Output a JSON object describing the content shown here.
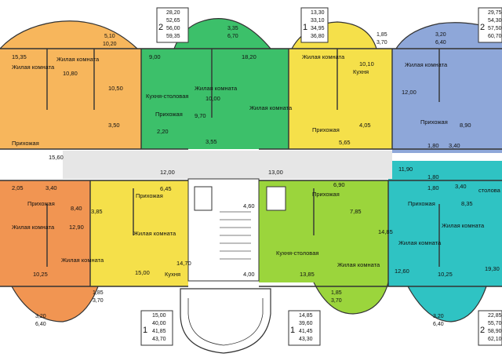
{
  "colors": {
    "orange": "#f7b65c",
    "orange_dark": "#f19552",
    "green": "#3cc06a",
    "yellow": "#f5e04a",
    "blue": "#8ea7d9",
    "cyan": "#2fc3c3",
    "lime": "#9bd53c",
    "corridor": "#e6e6e6"
  },
  "apartments": [
    {
      "rooms": "2",
      "areas": [
        "28,20",
        "52,65",
        "56,00",
        "59,35"
      ]
    },
    {
      "rooms": "1",
      "areas": [
        "13,30",
        "33,10",
        "34,95",
        "36,80"
      ]
    },
    {
      "rooms": "2",
      "areas": [
        "29,75",
        "54,30",
        "57,50",
        "60,70"
      ]
    },
    {
      "rooms": "1",
      "areas": [
        "15,00",
        "40,00",
        "41,85",
        "43,70"
      ]
    },
    {
      "rooms": "1",
      "areas": [
        "14,85",
        "39,60",
        "41,45",
        "43,30"
      ]
    },
    {
      "rooms": "2",
      "areas": [
        "22,85",
        "55,70",
        "58,90",
        "62,10"
      ]
    }
  ],
  "balconies": [
    {
      "a": "5,10",
      "b": "10,20"
    },
    {
      "a": "3,35",
      "b": "6,70"
    },
    {
      "a": "1,85",
      "b": "3,70"
    },
    {
      "a": "3,20",
      "b": "6,40"
    },
    {
      "a": "3,20",
      "b": "6,40"
    },
    {
      "a": "1,85",
      "b": "3,70"
    },
    {
      "a": "1,85",
      "b": "3,70"
    },
    {
      "a": "3,20",
      "b": "6,40"
    }
  ],
  "rooms": {
    "r1": "Жилая комната",
    "r1a": "15,35",
    "r2": "Жилая комната",
    "r2a": "10,80",
    "r3": "10,50",
    "r4": "Прихожая",
    "r4a": "3,50",
    "r5": "15,60",
    "r6": "9,00",
    "r7": "Кухня-столовая",
    "r8": "Жилая комната",
    "r8a": "10,00",
    "r9": "18,20",
    "r10": "Жилая комната",
    "r11": "Прихожая",
    "r11a": "9,70",
    "r12": "2,20",
    "r12b": "3,55",
    "r13": "Жилая комната",
    "r14": "10,10",
    "r14b": "Кухня",
    "r15": "Прихожая",
    "r15a": "4,05",
    "r15b": "5,65",
    "r16": "Жилая комната",
    "r17": "12,00",
    "r18": "Прихожая",
    "r18a": "8,90",
    "r19": "1,80",
    "r19b": "3,40",
    "r20": "2,05",
    "r20b": "3,40",
    "r21": "Прихожая",
    "r21a": "8,40",
    "r22": "Жилая комната",
    "r22a": "12,90",
    "r23": "Жилая комната",
    "r24": "10,25",
    "r25": "12,00",
    "r26": "Прихожая",
    "r26a": "6,45",
    "r27": "3,85",
    "r28": "Жилая комната",
    "r29": "15,00",
    "r29b": "Кухня",
    "r29c": "14,70",
    "r30": "13,00",
    "r31": "4,60",
    "r32": "4,00",
    "r33": "6,90",
    "r34": "Прихожая",
    "r35": "7,85",
    "r36": "Кухня-столовая",
    "r37": "14,85",
    "r38": "13,85",
    "r39": "Жилая комната",
    "r40": "11,90",
    "r41": "1,80",
    "r42": "3,40",
    "r43": "Прихожая",
    "r44": "8,35",
    "r45": "Жилая комната",
    "r46": "Жилая комната",
    "r47": "12,60",
    "r48": "10,25",
    "r49": "1,80",
    "r50": "19,30",
    "r51": "столова"
  }
}
